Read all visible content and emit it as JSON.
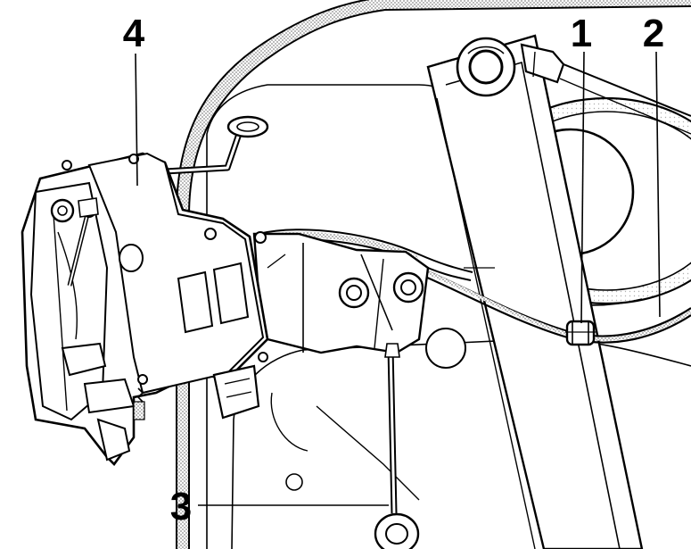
{
  "colors": {
    "ink": "#000000",
    "paper": "#ffffff",
    "shade": "#c8c8c8",
    "dark_shade": "#9a9a9a"
  },
  "callouts": {
    "c1": "1",
    "c2": "2",
    "c3": "3",
    "c4": "4"
  }
}
